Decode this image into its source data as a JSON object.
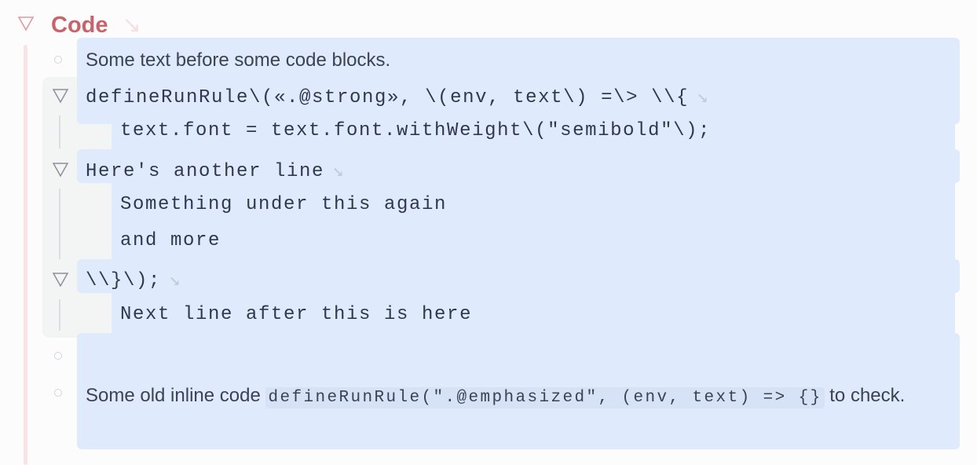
{
  "heading": {
    "title": "Code",
    "arrow_icon": "arrow-down-right"
  },
  "colors": {
    "heading": "#c9636b",
    "selection": "#e0eafd",
    "code_bg": "#f3f4f4"
  },
  "lines": {
    "intro": "Some text before some code blocks.",
    "code1": "defineRunRule\\(«.@strong», \\(env, text\\) =\\> \\\\{",
    "code1_child": "text.font = text.font.withWeight\\(\"semibold\"\\);",
    "code2": "Here's another line",
    "code2_child1": "Something under this again",
    "code2_child2": "and more",
    "code3": "\\\\}\\);",
    "code3_child": "Next line after this is here",
    "empty": "",
    "final_before": "Some old inline code",
    "final_code": "defineRunRule(\".@emphasized\", (env, text) => {}",
    "final_after": "to",
    "final_wrap": "check."
  },
  "icons": {
    "arrow": "↘"
  }
}
